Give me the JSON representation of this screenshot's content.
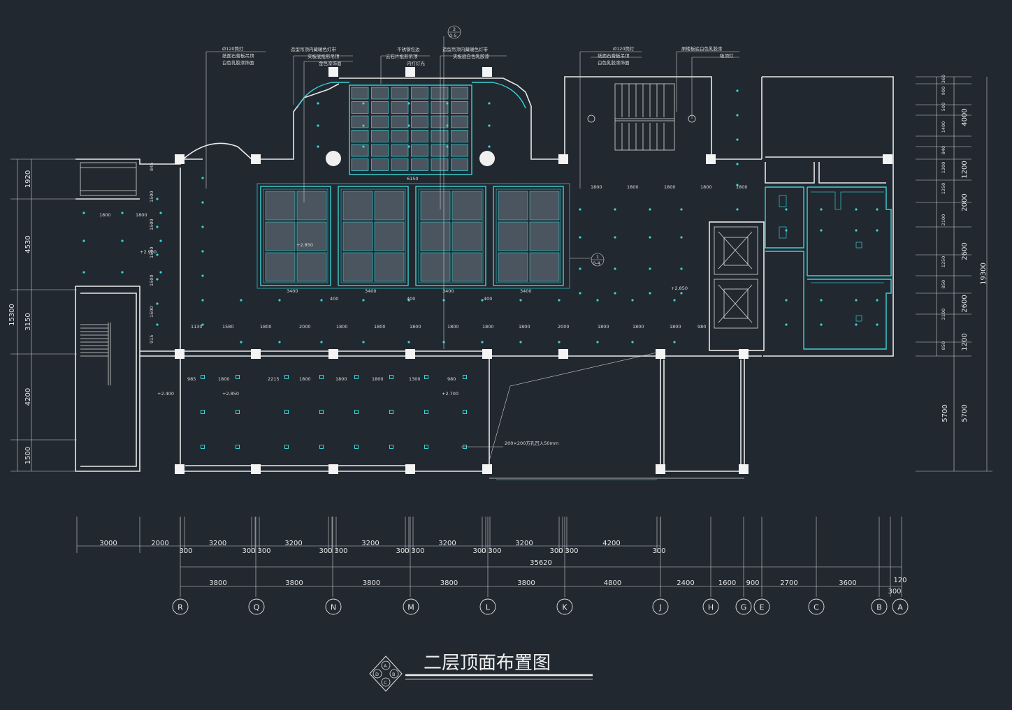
{
  "title": "二层顶面布置图",
  "north_symbol": {
    "letters": [
      "A",
      "B",
      "C",
      "D"
    ]
  },
  "axes_bottom": [
    "R",
    "Q",
    "N",
    "M",
    "L",
    "K",
    "J",
    "H",
    "G",
    "E",
    "C",
    "B",
    "A"
  ],
  "dim_row1": [
    "3000",
    "2000",
    "3200",
    "3200",
    "3200",
    "3200",
    "3200",
    "4200"
  ],
  "dim_row1_small": [
    "300",
    "300",
    "300",
    "300",
    "300",
    "300",
    "300",
    "300",
    "300",
    "300",
    "300",
    "300"
  ],
  "dim_total": "35620",
  "dim_row3": [
    "3800",
    "3800",
    "3800",
    "3800",
    "3800",
    "4800",
    "2400",
    "1600",
    "900",
    "2700",
    "3600"
  ],
  "dim_tail": [
    "120",
    "300"
  ],
  "left_dims": [
    "1920",
    "4530",
    "3150",
    "4200",
    "1500"
  ],
  "left_total": "15300",
  "right_dims_inner": [
    "360",
    "900",
    "500",
    "1400",
    "840",
    "1200",
    "1250",
    "2100",
    "1250",
    "850",
    "2100",
    "850"
  ],
  "right_dims_mid": [
    "4000",
    "1200",
    "2000",
    "2600",
    "2600",
    "1200",
    "5700"
  ],
  "right_total": "19300",
  "right_lower": "5700",
  "annotations": [
    {
      "lines": [
        "Ø120筒灯",
        "纸面石膏板吊顶",
        "白色乳胶漆饰面"
      ]
    },
    {
      "lines": [
        "造型吊顶内藏暖色灯带",
        "夹板底批形吊顶",
        "金色漆饰面"
      ]
    },
    {
      "lines": [
        "不锈钢包边",
        "云石片批形吊顶",
        "内打灯光"
      ]
    },
    {
      "lines": [
        "造型吊顶内藏暖色灯带",
        "夹板底白色乳胶漆"
      ]
    },
    {
      "lines": [
        "Ø120筒灯",
        "纸面石膏板吊顶",
        "白色乳胶漆饰面"
      ]
    },
    {
      "lines": [
        "原楼板底白色乳胶漆",
        "吸顶灯"
      ]
    }
  ],
  "section_marks": [
    {
      "num": "2",
      "ref": "0-5"
    },
    {
      "num": "1",
      "ref": "0-4"
    }
  ],
  "hole_note": "200×200方孔凹入50mm",
  "panel_dims": [
    "3400",
    "3400",
    "3400",
    "3400",
    "400",
    "400",
    "400"
  ],
  "ceiling_width": "6150",
  "row_spacing_top": [
    "1800",
    "1800",
    "1800",
    "1800",
    "1800"
  ],
  "row_spacing_mid": [
    "1130",
    "1580",
    "1800",
    "2000",
    "1800",
    "1800",
    "1800",
    "1800",
    "1800",
    "1800",
    "2000",
    "1800",
    "1800",
    "1800",
    "980"
  ],
  "row_spacing_low": [
    "985",
    "1800",
    "2215",
    "1800",
    "1800",
    "1800",
    "1300",
    "980"
  ],
  "left_room_spacing": [
    "1800",
    "1800"
  ],
  "vertical_spacing": [
    "1500",
    "1500",
    "1500",
    "1500",
    "1500",
    "915",
    "845"
  ],
  "elevations": [
    "+2.900",
    "+2.850",
    "+2.400",
    "+2.850",
    "+2.700",
    "+2.850"
  ],
  "colors": {
    "background": "#212830",
    "wall": "#e9e9e9",
    "accent": "#3ad4d8"
  }
}
